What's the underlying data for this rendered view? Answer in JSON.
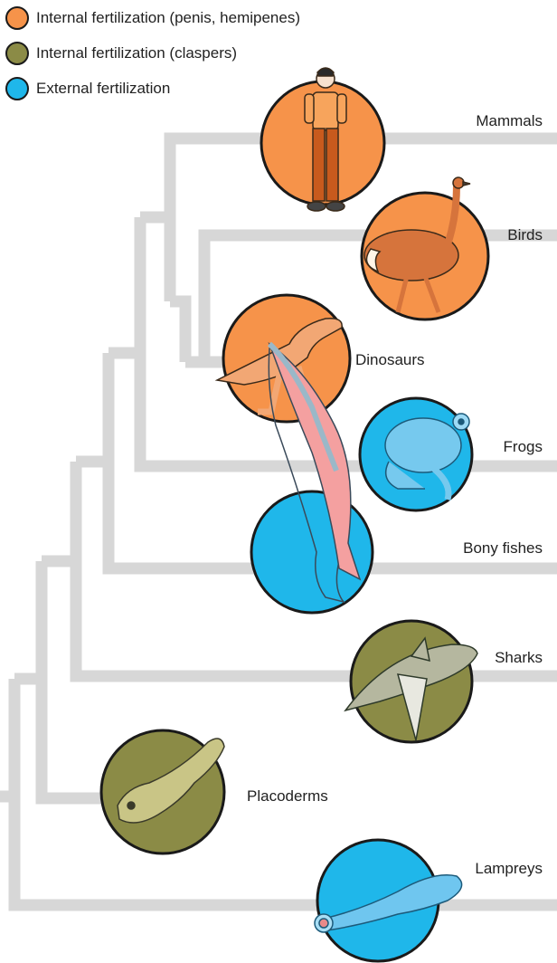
{
  "legend": [
    {
      "label": "Internal fertilization (penis, hemipenes)",
      "color": "#f6934a"
    },
    {
      "label": "Internal fertilization (claspers)",
      "color": "#8b8b46"
    },
    {
      "label": "External fertilization",
      "color": "#1fb7ea"
    }
  ],
  "colors": {
    "branch": "#d7d7d7",
    "orange": "#f6934a",
    "olive": "#8b8b46",
    "blue": "#1fb7ea",
    "outline": "#1a1a1a"
  },
  "taxa": [
    {
      "label": "Mammals",
      "fertilization": "orange",
      "icon": "human-icon"
    },
    {
      "label": "Birds",
      "fertilization": "orange",
      "icon": "ostrich-icon"
    },
    {
      "label": "Dinosaurs",
      "fertilization": "orange",
      "icon": "t-rex-icon"
    },
    {
      "label": "Frogs",
      "fertilization": "blue",
      "icon": "frog-icon"
    },
    {
      "label": "Bony fishes",
      "fertilization": "blue",
      "icon": "salmon-icon"
    },
    {
      "label": "Sharks",
      "fertilization": "olive",
      "icon": "shark-icon"
    },
    {
      "label": "Placoderms",
      "fertilization": "olive",
      "icon": "placoderm-icon"
    },
    {
      "label": "Lampreys",
      "fertilization": "blue",
      "icon": "lamprey-icon"
    }
  ]
}
